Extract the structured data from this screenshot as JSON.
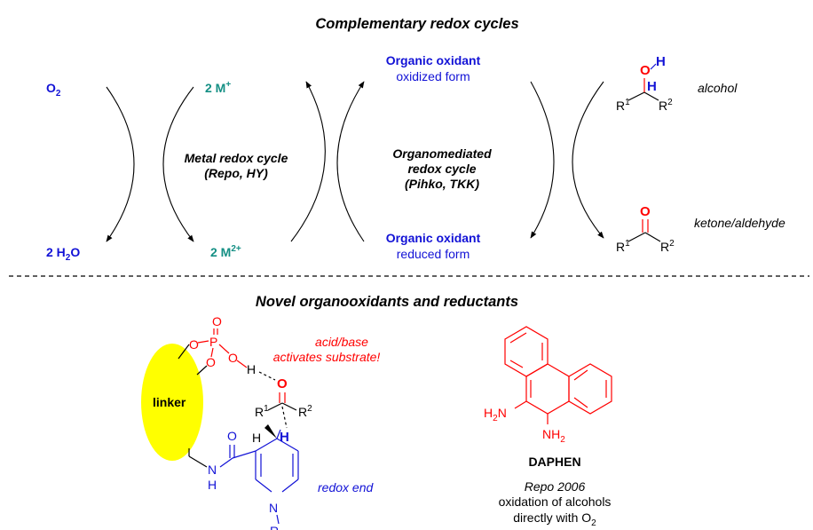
{
  "top": {
    "title": "Complementary redox cycles",
    "o2": "O",
    "o2_sub": "2",
    "h2o_prefix": "2 H",
    "h2o_sub": "2",
    "h2o_suffix": "O",
    "m_plus": "2 M",
    "m_plus_sup": "+",
    "m_2plus": "2 M",
    "m_2plus_sup": "2+",
    "metal_cycle_line1": "Metal redox cycle",
    "metal_cycle_line2": "(Repo, HY)",
    "org_ox_label": "Organic oxidant",
    "org_ox_form": "oxidized form",
    "org_red_label": "Organic oxidant",
    "org_red_form": "reduced form",
    "organo_line1": "Organomediated",
    "organo_line2": "redox cycle",
    "organo_line3": "(Pihko, TKK)",
    "alcohol_label": "alcohol",
    "ketone_label": "ketone/aldehyde",
    "alc_O": "O",
    "alc_H1": "H",
    "alc_H2": "H",
    "ket_O": "O",
    "R": "R",
    "sup1": "1",
    "sup2": "2"
  },
  "bottom": {
    "title": "Novel organooxidants and reductants",
    "linker": "linker",
    "acid_base_line1": "acid/base",
    "acid_base_line2": "activates substrate!",
    "redox_end": "redox end",
    "P": "P",
    "O": "O",
    "H": "H",
    "N": "N",
    "NH": "N",
    "R": "R",
    "sup1": "1",
    "sup2": "2",
    "h2n": "H",
    "h2n_sub": "2",
    "h2n_N": "N",
    "nh2_N": "NH",
    "nh2_sub": "2",
    "daphen": "DAPHEN",
    "daphen_ref": "Repo 2006",
    "daphen_desc1": "oxidation of alcohols",
    "daphen_desc2": "directly with O",
    "daphen_desc2_sub": "2"
  }
}
